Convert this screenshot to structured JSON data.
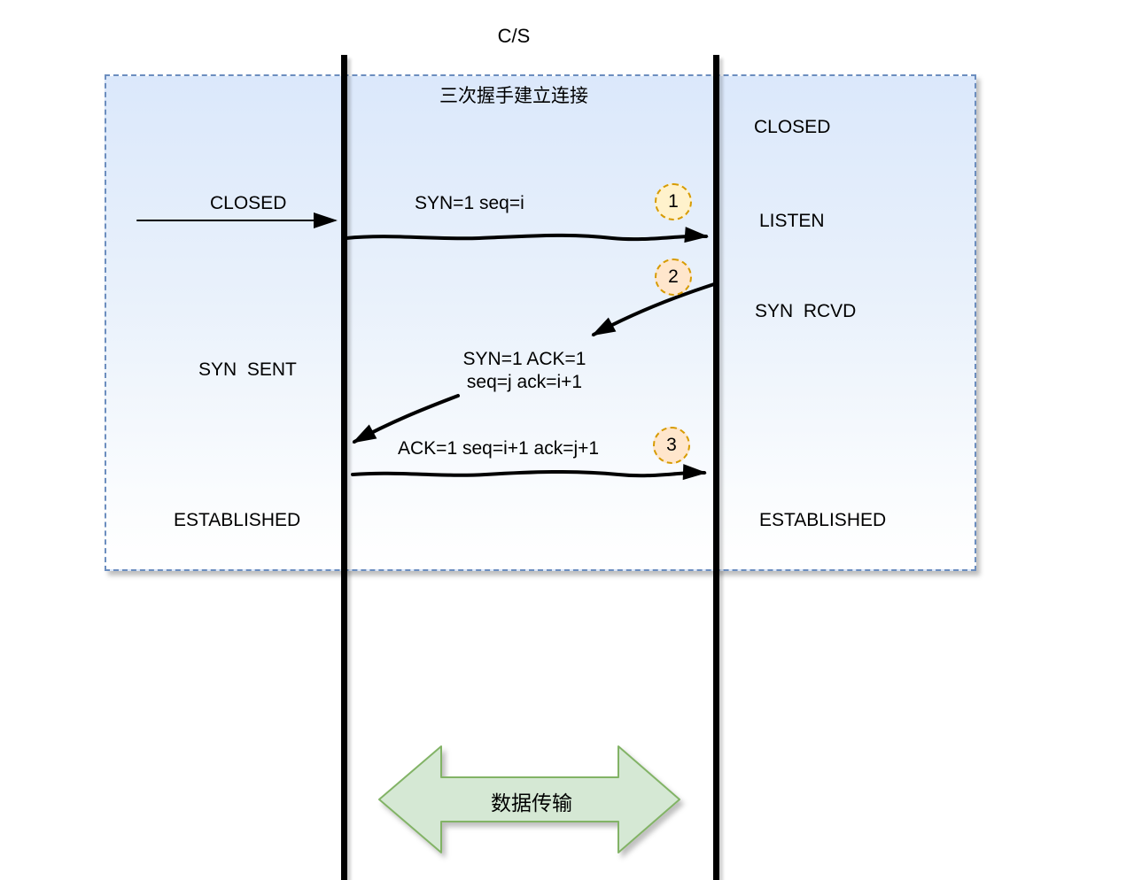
{
  "colors": {
    "box_border": "#6c8ebf",
    "box_fill_top": "#dbe8fb",
    "box_fill_bottom": "#ffffff",
    "badge_border": "#d79b00",
    "badge_fill_yellow": "#fff2cc",
    "badge_fill_orange": "#ffe6cc",
    "arrow_color": "#000000",
    "data_arrow_fill": "#d5e8d4",
    "data_arrow_stroke": "#82b366"
  },
  "diagram": {
    "title": "C/S",
    "box": {
      "title": "三次握手建立连接",
      "client_states": [
        "CLOSED",
        "SYN  SENT",
        "ESTABLISHED"
      ],
      "server_states": [
        "CLOSED",
        "LISTEN",
        "SYN  RCVD",
        "ESTABLISHED"
      ],
      "messages": [
        {
          "step": "1",
          "text": "SYN=1 seq=i"
        },
        {
          "step": "2",
          "text_line1": "SYN=1 ACK=1",
          "text_line2": "seq=j ack=i+1"
        },
        {
          "step": "3",
          "text": "ACK=1 seq=i+1 ack=j+1"
        }
      ]
    },
    "data_transfer_label": "数据传输"
  }
}
